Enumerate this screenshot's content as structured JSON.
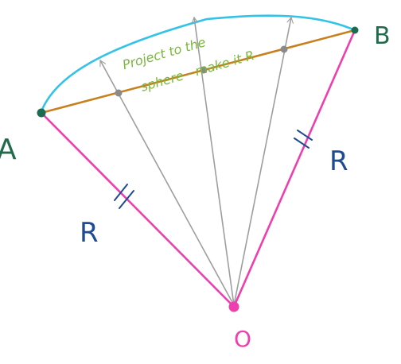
{
  "labels": {
    "point_a": "A",
    "point_b": "B",
    "point_o": "O",
    "radius_left": "R",
    "radius_right": "R",
    "annotation_line1": "Project to the",
    "annotation_line2": "sphere - make it R"
  },
  "colors": {
    "arc": "#33c3e6",
    "chord": "#c8801e",
    "radius": "#ee3fae",
    "projection": "#9e9e9e",
    "midpoint": "#8a8a8a",
    "endpoint": "#1a6b4f",
    "origin": "#ee3fae",
    "label_ab": "#1f6b4a",
    "label_r": "#1e4a96",
    "label_o": "#ee3fae",
    "annotation": "#7ab83a"
  }
}
